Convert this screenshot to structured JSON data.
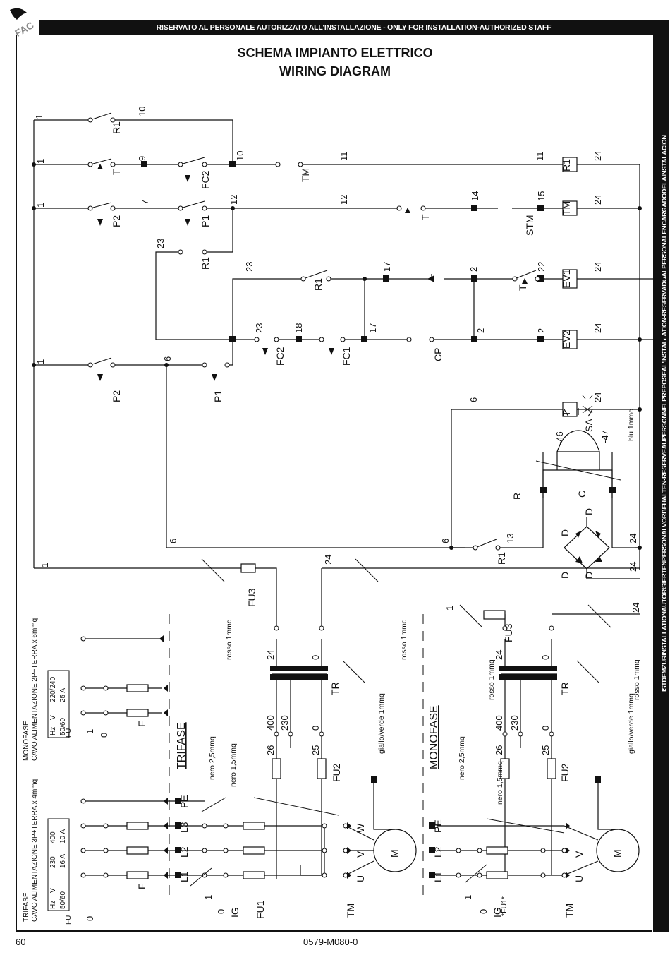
{
  "header": {
    "banner": "RISERVATO AL PERSONALE AUTORIZZATO ALL'INSTALLAZIONE - ONLY FOR INSTALLATION-AUTHORIZED STAFF",
    "title_it": "SCHEMA IMPIANTO ELETTRICO",
    "title_en": "WIRING DIAGRAM"
  },
  "sidebar_text": "ISTDEMZURINSTALLATIONAUTORISIERTENPERSONALVORBEHALTEN-RESERVEAUPERSONNELPREPOSEAL'INSTALLATION-RESERVADOALPERSONALENCARGADODELAINSTALACION",
  "footer": {
    "page": "60",
    "doc_code": "0579-M080-0"
  },
  "labels": {
    "trifase": "TRIFASE",
    "monofase": "MONOFASE",
    "trifase_cable": "TRIFASE\nCAVO ALIMENTAZIONE 3P+TERRA x 4mmq",
    "monofase_cable": "MONOFASE\nCAVO ALIMENTAZIONE 2P+TERRA x 6mmq",
    "rosso": "rosso 1mmq",
    "blu": "blu 1mmq",
    "giallo_verde": "giallo/verde 1mmq",
    "nero_25": "nero 2,5mmq",
    "nero_15": "nero 1,5mmq",
    "fu1_star": "*FU1*"
  },
  "tables": {
    "trifase": {
      "rows": [
        [
          "Hz",
          "V"
        ],
        [
          "50/60",
          "230"
        ],
        [
          "16 A",
          "400"
        ],
        [
          "10 A",
          ""
        ]
      ],
      "head": [
        "FU",
        "50/60"
      ]
    },
    "monofase": {
      "rows": [
        [
          "Hz",
          "V"
        ],
        [
          "50/60",
          "220/240"
        ],
        [
          "25 A",
          ""
        ]
      ]
    }
  },
  "components": [
    "R1",
    "T",
    "TM",
    "FC2",
    "P1",
    "P2",
    "FC1",
    "CP",
    "STM",
    "EV1",
    "EV2",
    "SA",
    "TR",
    "FU1",
    "FU2",
    "FU3",
    "IG",
    "M",
    "F",
    "R",
    "C",
    "D"
  ],
  "wire_numbers": [
    "1",
    "2",
    "6",
    "7",
    "9",
    "10",
    "11",
    "12",
    "13",
    "14",
    "15",
    "17",
    "18",
    "22",
    "23",
    "24",
    "25",
    "26",
    "-46",
    "-47",
    "0",
    "230",
    "400"
  ]
}
